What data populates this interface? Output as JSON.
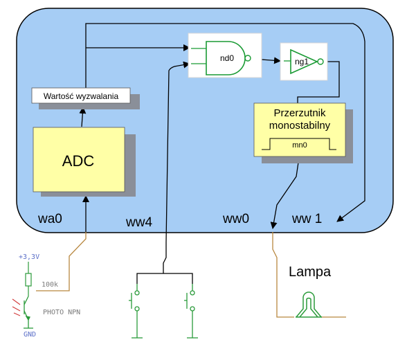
{
  "blocks": {
    "adc": "ADC",
    "threshold": "Wartość wyzwalania",
    "nand": "nd0",
    "inverter": "ng1",
    "monostable_line1": "Przerzutnik",
    "monostable_line2": "monostabilny",
    "monostable_tag": "mn0"
  },
  "ports": {
    "wa0": "wa0",
    "ww4": "ww4",
    "ww0": "ww0",
    "ww1": "ww 1"
  },
  "circuit": {
    "supply": "+3,3V",
    "resistor": "100k",
    "sensor": "PHOTO NPN",
    "ground": "GND",
    "lamp": "Lampa"
  },
  "colors": {
    "board_fill": "#a6cdf5",
    "board_stroke": "#000000",
    "block_fill": "#ffffa6",
    "gate_fill": "#d8ffd8",
    "gate_stroke": "#199a33",
    "shadow": "#8a8f99",
    "wire_brown": "#b8873f",
    "component_green": "#2a9a3a",
    "component_blue": "#5b6fc8"
  }
}
